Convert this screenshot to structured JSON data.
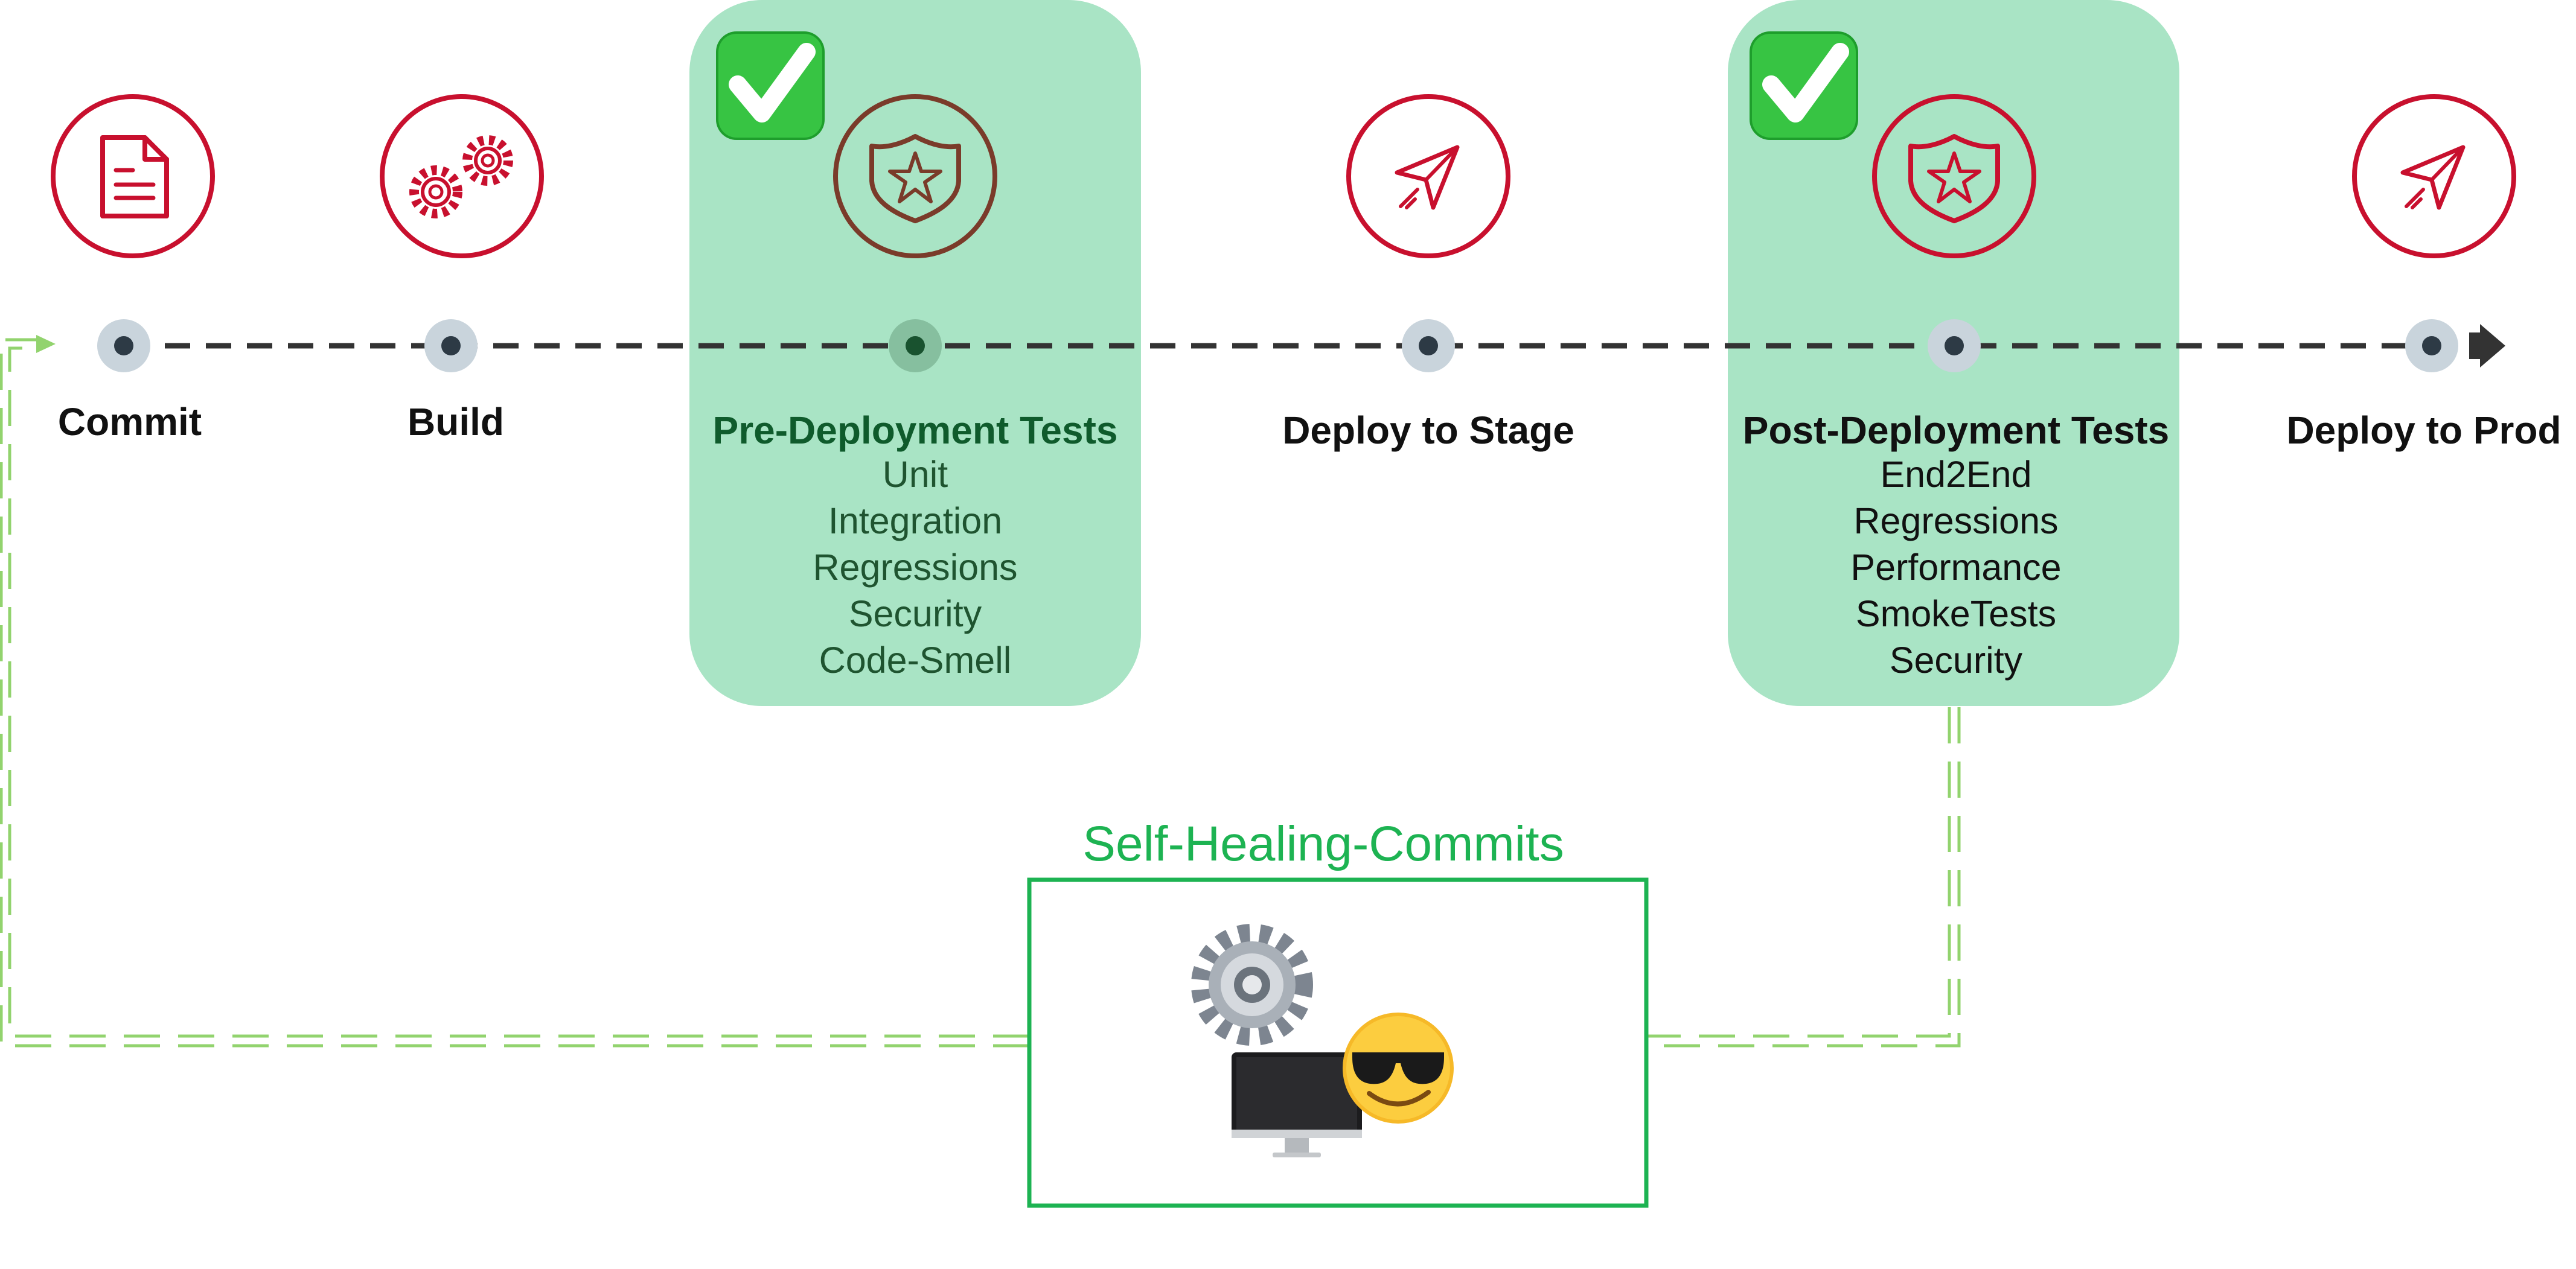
{
  "pipeline": {
    "stages": [
      {
        "id": "commit",
        "label": "Commit",
        "icon": "document-icon"
      },
      {
        "id": "build",
        "label": "Build",
        "icon": "gears-icon"
      },
      {
        "id": "pre-deployment-tests",
        "label": "Pre-Deployment Tests",
        "icon": "shield-star-icon",
        "checked": true,
        "items": [
          "Unit",
          "Integration",
          "Regressions",
          "Security",
          "Code-Smell"
        ]
      },
      {
        "id": "deploy-to-stage",
        "label": "Deploy to Stage",
        "icon": "paper-plane-icon"
      },
      {
        "id": "post-deployment-tests",
        "label": "Post-Deployment Tests",
        "icon": "shield-star-icon",
        "checked": true,
        "items": [
          "End2End",
          "Regressions",
          "Performance",
          "SmokeTests",
          "Security"
        ]
      },
      {
        "id": "deploy-to-prod",
        "label": "Deploy to Prod",
        "icon": "paper-plane-icon"
      }
    ]
  },
  "self_healing": {
    "title": "Self-Healing-Commits",
    "icons": [
      "gear-icon",
      "computer-icon",
      "sunglasses-smiley-icon"
    ]
  },
  "colors": {
    "icon_red": "#c8102e",
    "panel_green": "#a9e4c5",
    "check_green": "#2ebd3a",
    "feedback_green": "#92d36e",
    "self_healing_green": "#1db352",
    "timeline_dark": "#333333",
    "node_halo": "#c9d4dc"
  }
}
